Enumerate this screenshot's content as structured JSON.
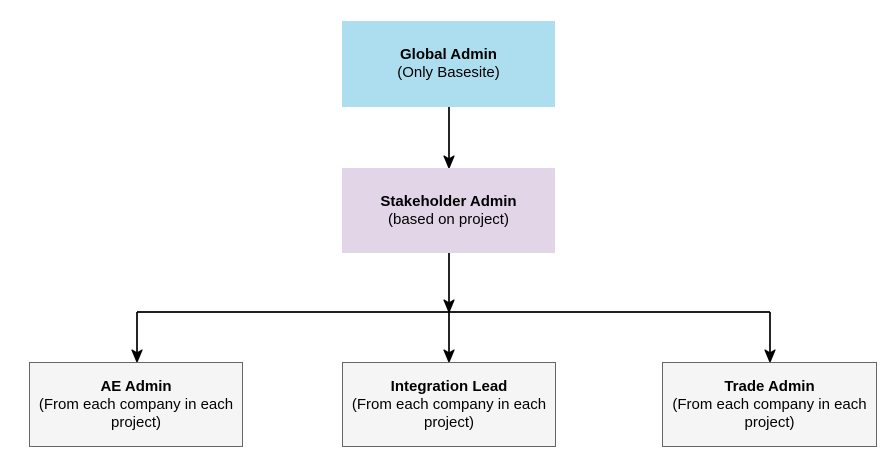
{
  "diagram": {
    "background": "#ffffff",
    "connector_color": "#000000",
    "text_color": "#000000",
    "nodes": {
      "global_admin": {
        "title": "Global Admin",
        "subtitle": "(Only Basesite)",
        "fill": "#ADDEF0"
      },
      "stakeholder_admin": {
        "title": "Stakeholder Admin",
        "subtitle": "(based on project)",
        "fill": "#E1D5E7"
      },
      "ae_admin": {
        "title": "AE Admin",
        "subtitle": "(From each company in each project)",
        "fill": "#F5F5F5",
        "border_color": "#666666"
      },
      "integration_lead": {
        "title": "Integration Lead",
        "subtitle": "(From each company in each project)",
        "fill": "#F5F5F5",
        "border_color": "#666666"
      },
      "trade_admin": {
        "title": "Trade Admin",
        "subtitle": "(From each company in each project)",
        "fill": "#F5F5F5",
        "border_color": "#666666"
      }
    }
  }
}
